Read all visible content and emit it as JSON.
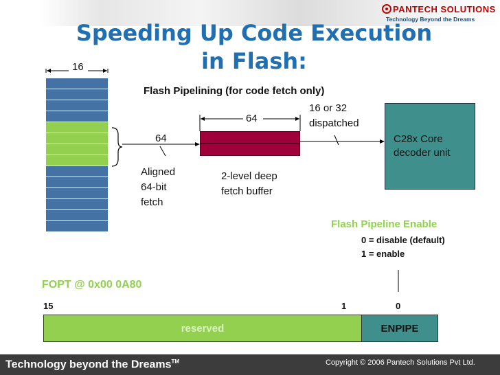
{
  "title": "Speeding Up Code Execution in Flash:",
  "logo": {
    "name": "PANTECH SOLUTIONS",
    "tagline": "Technology Beyond the Dreams"
  },
  "stack": {
    "width_label": "16",
    "cells": [
      "blue",
      "blue",
      "blue",
      "blue",
      "green",
      "green",
      "green",
      "green",
      "blue",
      "blue",
      "blue",
      "blue",
      "blue",
      "blue"
    ]
  },
  "pipeline_heading": "Flash Pipelining (for code fetch only)",
  "fetch": {
    "width": "64",
    "desc_lines": [
      "Aligned",
      "64-bit",
      "fetch"
    ]
  },
  "buffer": {
    "width": "64",
    "desc_lines": [
      "2-level deep",
      "fetch buffer"
    ]
  },
  "dispatch": {
    "lines": [
      "16 or 32",
      "dispatched"
    ]
  },
  "core": {
    "lines": [
      "C28x Core",
      "decoder unit"
    ]
  },
  "pipeline_enable": {
    "title": "Flash Pipeline Enable",
    "opt0": "0 = disable (default)",
    "opt1": "1 = enable"
  },
  "register": {
    "name": "FOPT @ 0x00 0A80",
    "bit_high": "15",
    "bit_mid": "1",
    "bit_low": "0",
    "reserved": "reserved",
    "enpipe": "ENPIPE"
  },
  "footer": {
    "left": "Technology beyond the Dreams",
    "tm": "TM",
    "right": "Copyright © 2006 Pantech Solutions Pvt Ltd."
  },
  "colors": {
    "title": "#1f6fb2",
    "green": "#93d050",
    "blue": "#4472a4",
    "teal": "#3f8f8c",
    "maroon": "#a0003a",
    "enable_text": "#92d050",
    "register_name": "#92d050"
  }
}
